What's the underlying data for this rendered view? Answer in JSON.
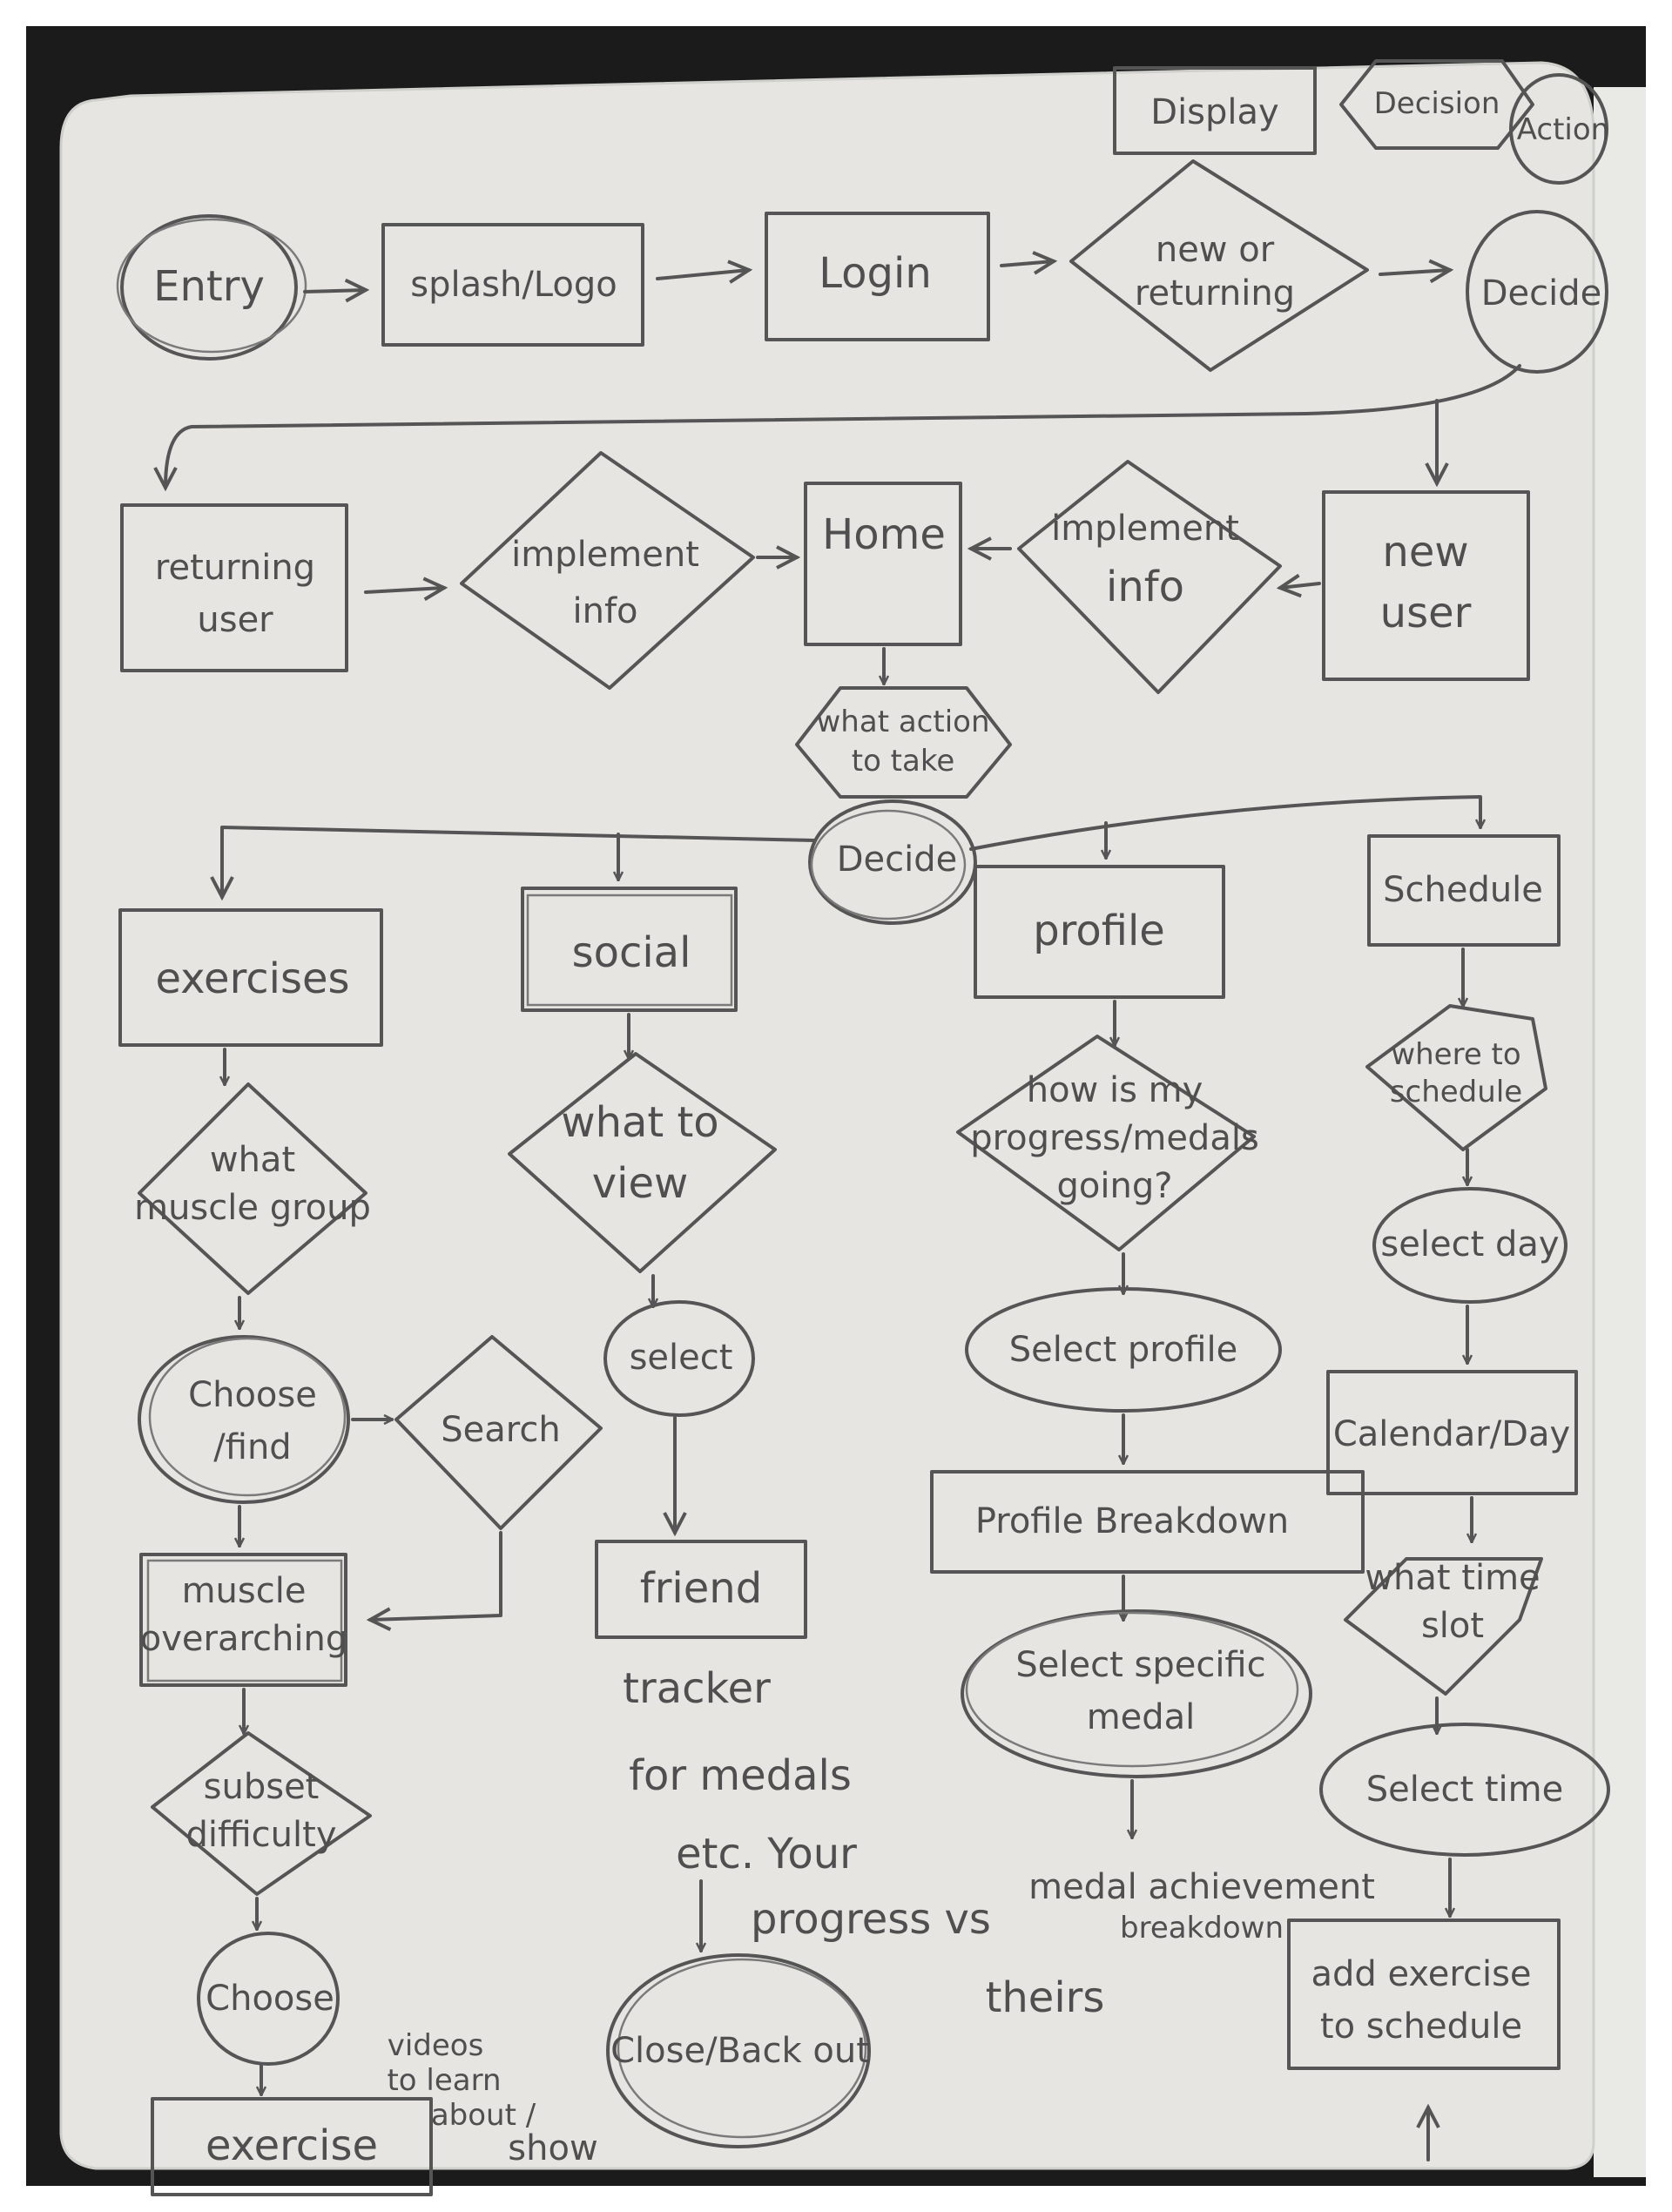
{
  "legend": {
    "display": "Display",
    "decision": "Decision",
    "action": "Action"
  },
  "top_row": {
    "entry": "Entry",
    "splash": "splash/Logo",
    "login": "Login",
    "new_or_returning": [
      "new or",
      "returning"
    ],
    "decide": "Decide"
  },
  "second_row": {
    "returning_user": [
      "returning",
      "user"
    ],
    "implement_info_left": [
      "implement",
      "info"
    ],
    "home": "Home",
    "implement_info_right": [
      "implement",
      "info"
    ],
    "new_user": [
      "new",
      "user"
    ]
  },
  "hub": {
    "what_action": [
      "what action",
      "to take"
    ],
    "decide": "Decide"
  },
  "branches": {
    "exercises": {
      "title": "exercises",
      "what_muscle_group": [
        "what",
        "muscle group"
      ],
      "choose_find": [
        "Choose",
        "/find"
      ],
      "search": "Search",
      "muscle_overarching": [
        "muscle",
        "overarching"
      ],
      "subset_difficulty": [
        "subset",
        "difficulty"
      ],
      "choose": "Choose",
      "exercise": "exercise",
      "note": [
        "videos",
        "to learn",
        "about /",
        "show"
      ]
    },
    "social": {
      "title": "social",
      "what_to_view": [
        "what to",
        "view"
      ],
      "select": "select",
      "friend": "friend",
      "note": [
        "tracker",
        "for medals",
        "etc. Your",
        "progress vs",
        "theirs"
      ],
      "close_back": "Close/Back out"
    },
    "profile": {
      "title": "profile",
      "how_is_progress": [
        "how is my",
        "progress/medals",
        "going?"
      ],
      "select_profile": "Select profile",
      "profile_breakdown": "Profile Breakdown",
      "select_specific_medal": [
        "Select specific",
        "medal"
      ],
      "medal_note": [
        "medal achievement",
        "breakdown"
      ]
    },
    "schedule": {
      "title": "Schedule",
      "where_to_schedule": [
        "where to",
        "schedule"
      ],
      "select_day": "select day",
      "calendar_day": "Calendar/Day",
      "what_time_slot": [
        "what time",
        "slot"
      ],
      "select_time": "Select time",
      "add_exercise": [
        "add exercise",
        "to schedule"
      ]
    }
  }
}
